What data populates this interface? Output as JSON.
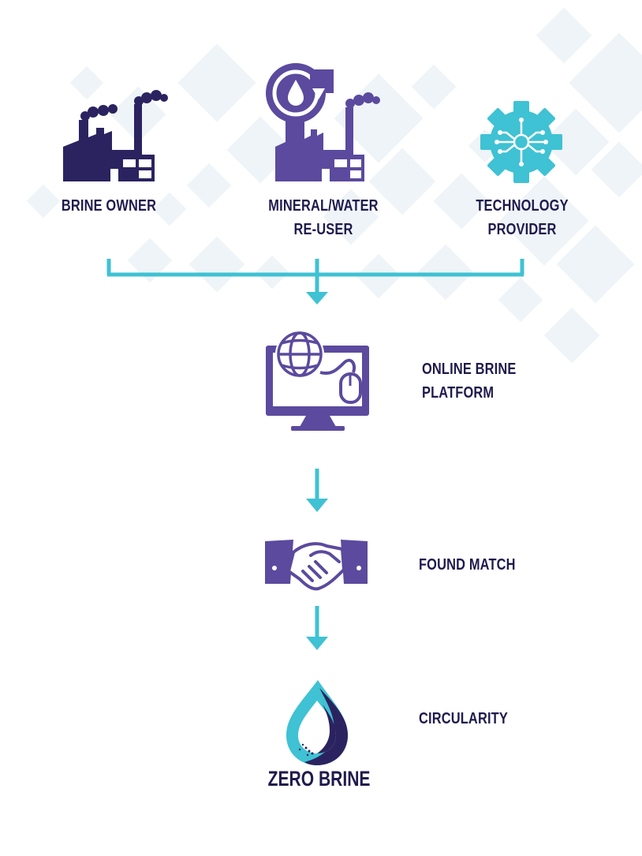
{
  "colors": {
    "dark_navy": "#2b2360",
    "purple": "#5b4a9e",
    "teal": "#3fc2d3",
    "label_text": "#1f1a4d",
    "background_pattern": "#eef4f8"
  },
  "actors": [
    {
      "label_lines": [
        "BRINE OWNER"
      ],
      "icon": "factory-icon"
    },
    {
      "label_lines": [
        "MINERAL/WATER",
        "RE-USER"
      ],
      "icon": "factory-recycle-icon"
    },
    {
      "label_lines": [
        "TECHNOLOGY",
        "PROVIDER"
      ],
      "icon": "gear-circuit-icon"
    }
  ],
  "steps": [
    {
      "label_lines": [
        "ONLINE BRINE",
        "PLATFORM"
      ],
      "icon": "computer-globe-icon"
    },
    {
      "label_lines": [
        "FOUND MATCH"
      ],
      "icon": "handshake-icon"
    },
    {
      "label_lines": [
        "CIRCULARITY"
      ],
      "icon": "zero-brine-drop-icon"
    }
  ],
  "logo": {
    "text": "ZERO BRINE"
  }
}
